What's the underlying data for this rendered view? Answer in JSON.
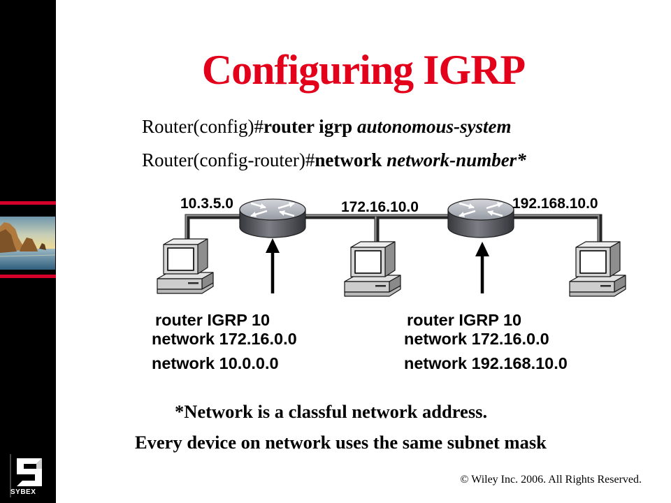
{
  "slide": {
    "title": "Configuring IGRP",
    "commands": [
      {
        "prompt": "Router(config)#",
        "keyword": "router igrp",
        "argument": "autonomous-system"
      },
      {
        "prompt": "Router(config-router)#",
        "keyword": "network",
        "argument": "network-number*"
      }
    ],
    "diagram": {
      "network_labels": [
        "10.3.5.0",
        "172.16.10.0",
        "192.168.10.0"
      ],
      "devices": [
        "pc-icon",
        "router-icon",
        "pc-icon",
        "router-icon",
        "pc-icon"
      ],
      "pointer_icon": "arrow-up-icon",
      "router_configs": [
        {
          "lines": [
            "router IGRP 10",
            "network 172.16.0.0",
            "network 10.0.0.0"
          ]
        },
        {
          "lines": [
            "router IGRP 10",
            "network 172.16.0.0",
            "network 192.168.10.0"
          ]
        }
      ]
    },
    "notes": [
      "*Network is a classful network address.",
      "Every device on network uses the same subnet mask"
    ],
    "footer": "© Wiley Inc. 2006. All Rights Reserved."
  },
  "branding": {
    "logo_icon": "sybex-logo",
    "logo_text": "SYBEX",
    "sidebar_photo_icon": "landscape-photo"
  },
  "colors": {
    "title": "#e3001b",
    "sidebar": "#000000",
    "accent_rule": "#d4002a",
    "background": "#ffffff"
  }
}
